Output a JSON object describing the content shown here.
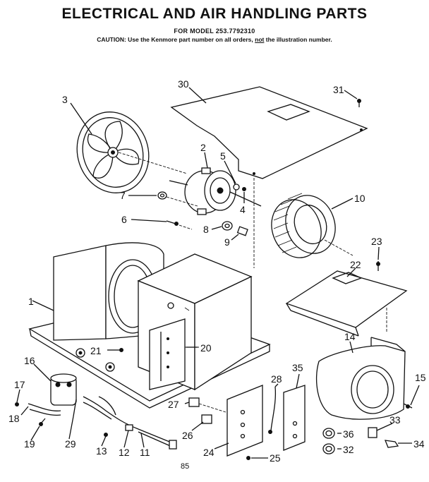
{
  "header": {
    "title": "ELECTRICAL AND AIR HANDLING PARTS",
    "model_line": "FOR MODEL 253.7792310",
    "caution_prefix": "CAUTION: Use the Kenmore part number on all orders,",
    "caution_not": "not",
    "caution_suffix": "the illustration number."
  },
  "callouts": [
    "30",
    "31",
    "3",
    "2",
    "5",
    "7",
    "4",
    "10",
    "6",
    "8",
    "9",
    "23",
    "22",
    "1",
    "21",
    "20",
    "14",
    "16",
    "17",
    "18",
    "19",
    "29",
    "13",
    "12",
    "11",
    "27",
    "26",
    "24",
    "28",
    "35",
    "36",
    "32",
    "33",
    "34",
    "25",
    "15"
  ],
  "footer_code": "85"
}
